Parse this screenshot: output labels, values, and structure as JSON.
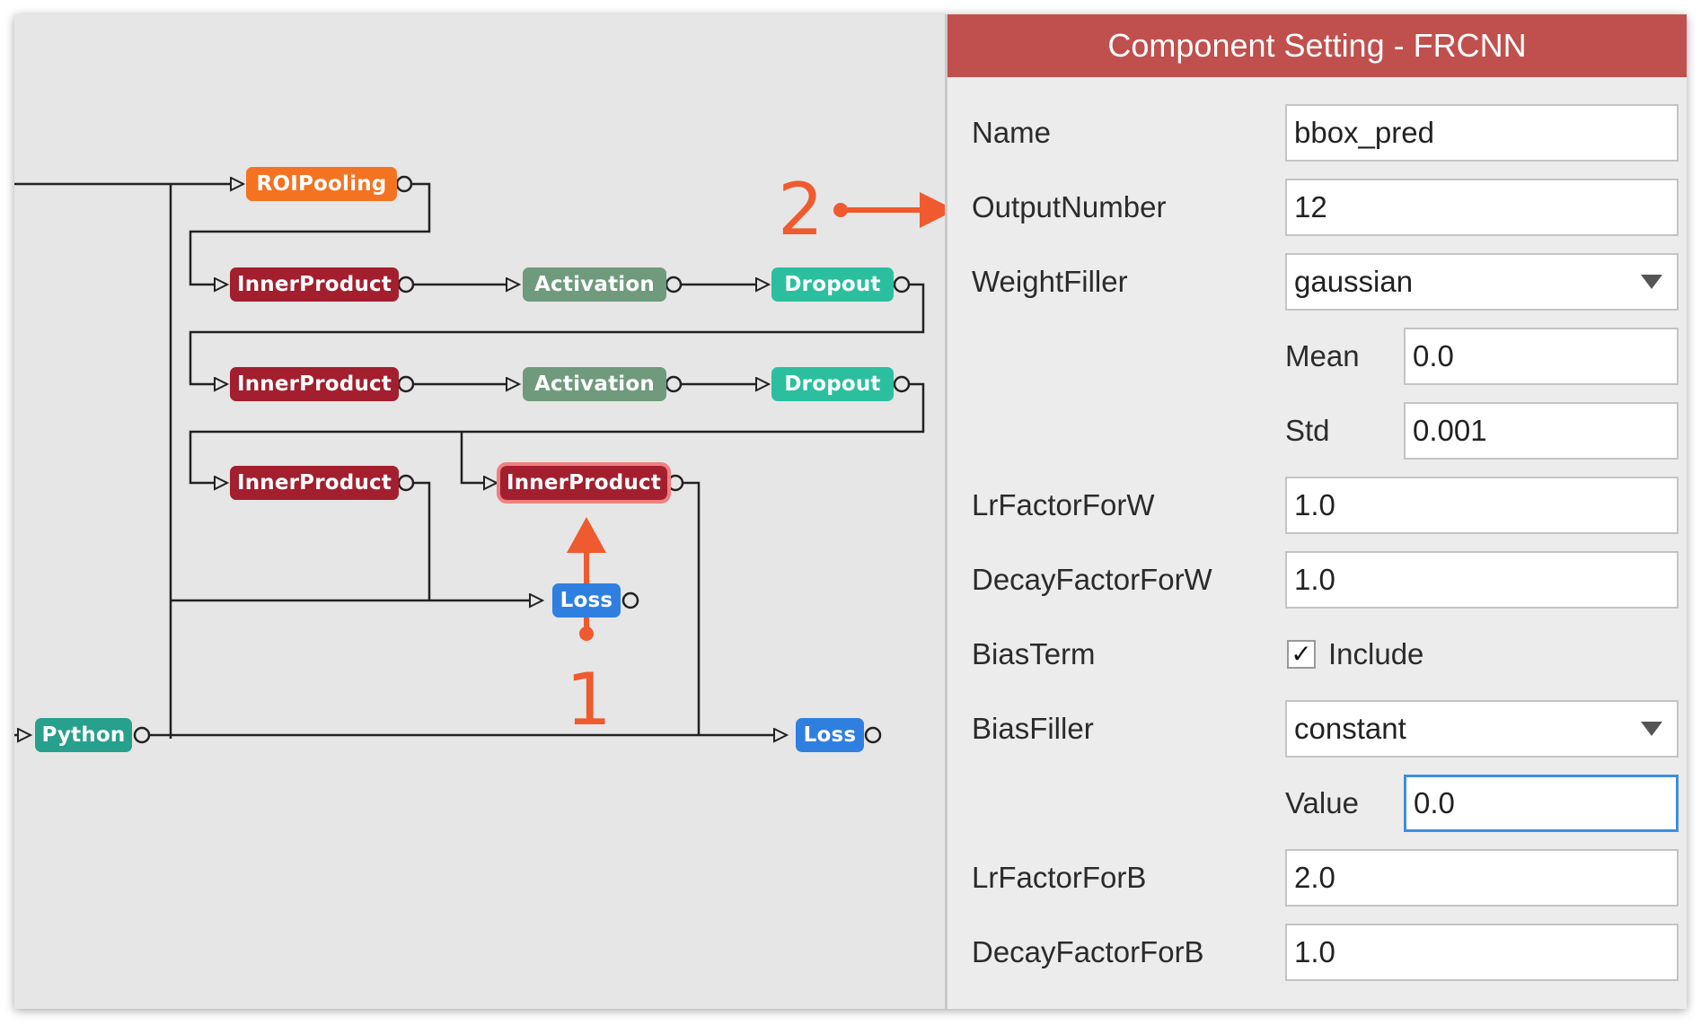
{
  "panel": {
    "title": "Component Setting - FRCNN",
    "fields": {
      "name": {
        "label": "Name",
        "value": "bbox_pred"
      },
      "output_number": {
        "label": "OutputNumber",
        "value": "12"
      },
      "weight_filler": {
        "label": "WeightFiller",
        "value": "gaussian"
      },
      "mean": {
        "label": "Mean",
        "value": "0.0"
      },
      "std": {
        "label": "Std",
        "value": "0.001"
      },
      "lr_factor_w": {
        "label": "LrFactorForW",
        "value": "1.0"
      },
      "decay_factor_w": {
        "label": "DecayFactorForW",
        "value": "1.0"
      },
      "bias_term": {
        "label": "BiasTerm",
        "checkbox_label": "Include",
        "checked": true,
        "check_glyph": "✓"
      },
      "bias_filler": {
        "label": "BiasFiller",
        "value": "constant"
      },
      "value": {
        "label": "Value",
        "value": "0.0"
      },
      "lr_factor_b": {
        "label": "LrFactorForB",
        "value": "2.0"
      },
      "decay_factor_b": {
        "label": "DecayFactorForB",
        "value": "1.0"
      }
    }
  },
  "graph": {
    "nodes": {
      "roipooling": {
        "label": "ROIPooling",
        "color": "#f47321"
      },
      "innerproduct_1": {
        "label": "InnerProduct",
        "color": "#a31f2e"
      },
      "activation_1": {
        "label": "Activation",
        "color": "#6f9a7c"
      },
      "dropout_1": {
        "label": "Dropout",
        "color": "#2bbf9f"
      },
      "innerproduct_2": {
        "label": "InnerProduct",
        "color": "#a31f2e"
      },
      "activation_2": {
        "label": "Activation",
        "color": "#6f9a7c"
      },
      "dropout_2": {
        "label": "Dropout",
        "color": "#2bbf9f"
      },
      "innerproduct_3": {
        "label": "InnerProduct",
        "color": "#a31f2e"
      },
      "innerproduct_selected": {
        "label": "InnerProduct",
        "color": "#a31f2e"
      },
      "loss_1": {
        "label": "Loss",
        "color": "#2f7fe0"
      },
      "python": {
        "label": "Python",
        "color": "#27a08d"
      },
      "loss_2": {
        "label": "Loss",
        "color": "#2f7fe0"
      }
    }
  },
  "annotations": {
    "marker_1": "1",
    "marker_2": "2",
    "color": "#ef5a2e"
  }
}
